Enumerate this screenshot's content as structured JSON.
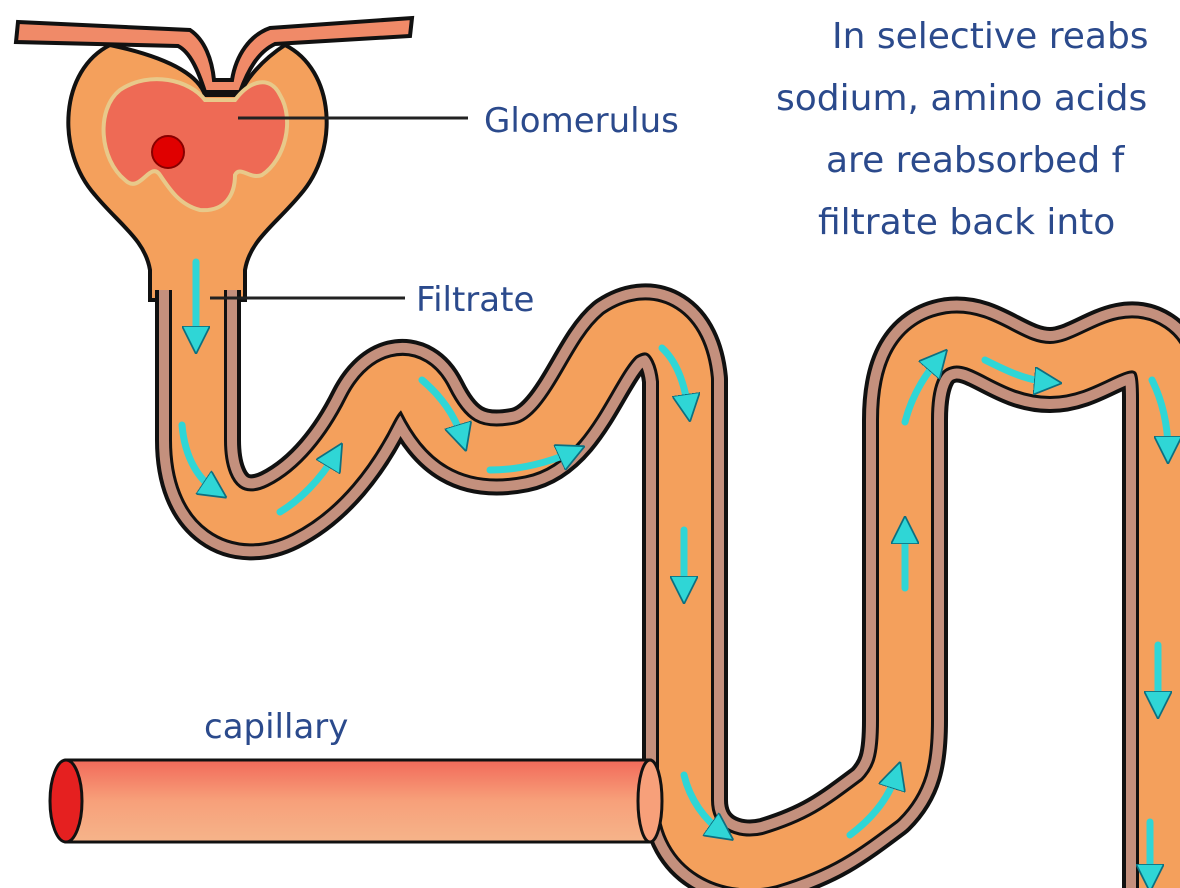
{
  "labels": {
    "glomerulus": "Glomerulus",
    "filtrate": "Filtrate",
    "capillary": "capillary"
  },
  "caption_lines": [
    "In selective reabs",
    "sodium, amino acids",
    "are reabsorbed f",
    "filtrate back into"
  ],
  "colors": {
    "tubule_outer": "#b98575",
    "tubule_wall": "#e0a48e",
    "tubule_lumen": "#f4a05c",
    "capsule": "#f4a05c",
    "glomerulus": "#ee6a55",
    "glomerulus_dot": "#e00000",
    "capillary": "#f07d6d",
    "capillary_end": "#e52020",
    "arrow": "#2fd6d6",
    "text": "#2b4a8c"
  }
}
